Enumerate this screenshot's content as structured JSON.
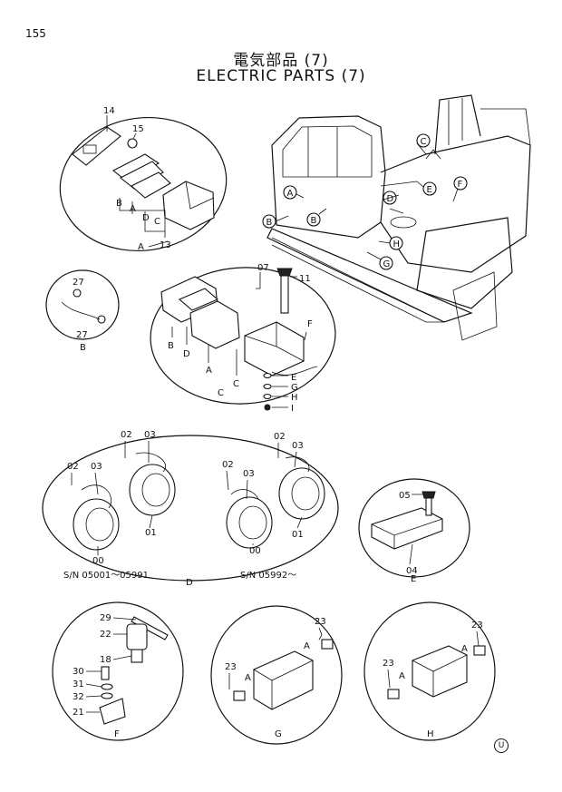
{
  "page": {
    "number": "155",
    "title_jp": "電気部品 (7)",
    "title_en": "ELECTRIC  PARTS  (7)",
    "corner_mark": "U"
  },
  "callouts": {
    "c14": "14",
    "c15": "15",
    "c13": "13",
    "c27a": "27",
    "c27b": "27",
    "c07": "07",
    "c11": "11",
    "c02a": "02",
    "c03a": "03",
    "c02b": "02",
    "c03b": "03",
    "c01a": "01",
    "c00a": "00",
    "c02c": "02",
    "c03c": "03",
    "c02d": "02",
    "c03d": "03",
    "c01b": "01",
    "c00b": "00",
    "c05": "05",
    "c04": "04",
    "c29": "29",
    "c22": "22",
    "c18": "18",
    "c30": "30",
    "c31": "31",
    "c32": "32",
    "c21": "21",
    "c23a": "23",
    "c23b": "23",
    "c23c": "23",
    "c23d": "23"
  },
  "letters": {
    "A1": "A",
    "B1": "B",
    "A2": "A",
    "C1": "C",
    "B2": "B",
    "B3": "B",
    "D1": "D",
    "A3": "A",
    "C2": "C",
    "C3": "C",
    "E1": "E",
    "F1": "F",
    "G1": "G",
    "H1": "H",
    "I1": "I",
    "D2": "D",
    "E2": "E",
    "F2": "F",
    "G2": "G",
    "H2": "H",
    "Ag": "A",
    "Ag2": "A",
    "Ah": "A",
    "Ah2": "A",
    "mA": "A",
    "mB": "B",
    "mC": "C",
    "mD": "D",
    "mE": "E",
    "mF": "F",
    "mG": "G",
    "mH": "H"
  },
  "serials": {
    "sn1": "S/N 05001～05991",
    "sn2": "S/N 05992～"
  }
}
